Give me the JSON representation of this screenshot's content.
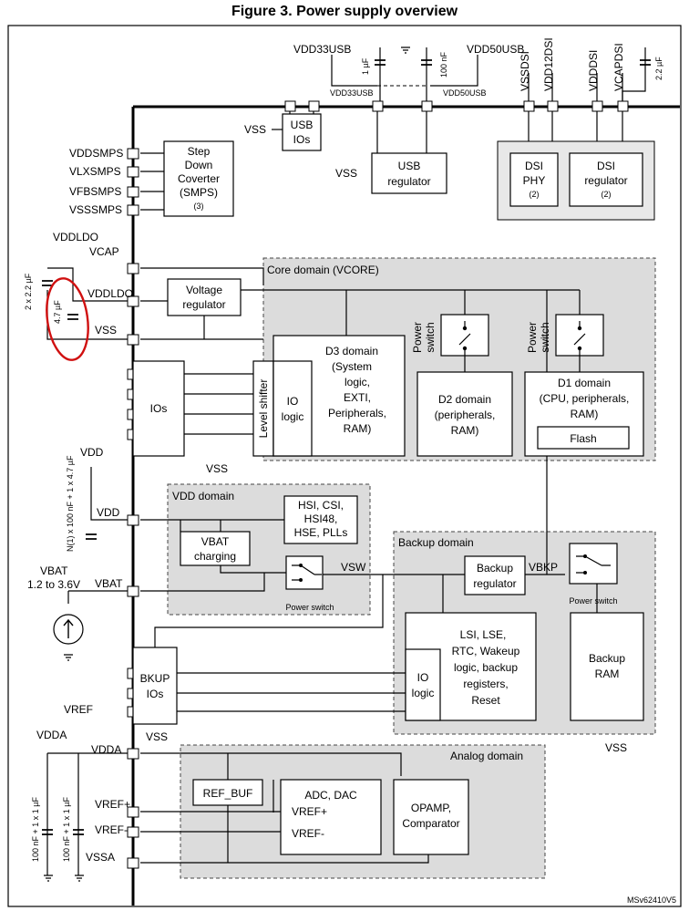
{
  "figure": {
    "title": "Figure 3. Power supply overview",
    "ref": "MSv62410V5"
  },
  "pins": {
    "vdd33usb": "VDD33USB",
    "vdd50usb": "VDD50USB",
    "vddsmps": "VDDSMPS",
    "vlxsmps": "VLXSMPS",
    "vfbsmps": "VFBSMPS",
    "vsssmps": "VSSSMPS",
    "vddldo": "VDDLDO",
    "vcap": "VCAP",
    "vss": "VSS",
    "vdd": "VDD",
    "vbat": "VBAT",
    "vref": "VREF",
    "vdda": "VDDA",
    "vref_plus": "VREF+",
    "vref_minus": "VREF-",
    "vssa": "VSSA",
    "vssdsi": "VSSDSI",
    "vdd12dsi": "VDD12DSI",
    "vdddsi": "VDDDSI",
    "vcapdsi": "VCAPDSI",
    "vsw": "VSW",
    "vbkp": "VBKP"
  },
  "caps": {
    "c_1uf": "1 µF",
    "c_100nf": "100 nF",
    "c_22uf": "2.2 µF",
    "c_2x22": "2 x 2.2 µF",
    "c_47": "4.7 µF",
    "c_vdd": "N(1) x 100 nF + 1 x 4.7 µF",
    "c_vbat": "1.2 to 3.6V",
    "c_vref": "100 nF + 1 x 1 µF",
    "c_vdda": "100 nF + 1 x 1 µF"
  },
  "blocks": {
    "usb_ios": [
      "USB",
      "IOs"
    ],
    "usb_reg": [
      "USB",
      "regulator"
    ],
    "smps": [
      "Step",
      "Down",
      "Coverter",
      "(SMPS)",
      "(3)"
    ],
    "dsi_phy": [
      "DSI",
      "PHY",
      "(2)"
    ],
    "dsi_reg": [
      "DSI",
      "regulator",
      "(2)"
    ],
    "volt_reg": [
      "Voltage",
      "regulator"
    ],
    "ios": "IOs",
    "level_shifter": "Level shifter",
    "io_logic": [
      "IO",
      "logic"
    ],
    "d3": [
      "D3 domain",
      "(System",
      "logic,",
      "EXTI,",
      "Peripherals,",
      "RAM)"
    ],
    "d2": [
      "D2 domain",
      "(peripherals,",
      "RAM)"
    ],
    "d1": [
      "D1 domain",
      "(CPU, peripherals,",
      "RAM)"
    ],
    "flash": "Flash",
    "power_switch": [
      "Power",
      "switch"
    ],
    "hsi": [
      "HSI, CSI,",
      "HSI48,",
      "HSE, PLLs"
    ],
    "vbat_charging": [
      "VBAT",
      "charging"
    ],
    "power_switch_caption": "Power switch",
    "backup_reg": [
      "Backup",
      "regulator"
    ],
    "backup_ram": [
      "Backup",
      "RAM"
    ],
    "bkup_ios": [
      "BKUP",
      "IOs"
    ],
    "lse": [
      "LSI, LSE,",
      "RTC, Wakeup",
      "logic, backup",
      "registers,",
      "Reset"
    ],
    "ref_buf": "REF_BUF",
    "adc_dac": "ADC, DAC",
    "opamp": [
      "OPAMP,",
      "Comparator"
    ]
  },
  "domains": {
    "core": "Core domain (VCORE)",
    "vdd": "VDD domain",
    "backup": "Backup domain",
    "analog": "Analog domain"
  }
}
